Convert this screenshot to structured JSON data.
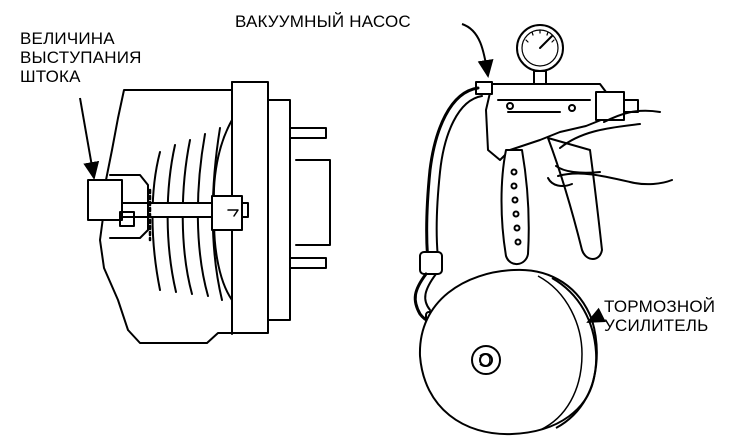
{
  "labels": {
    "rod_protrusion": [
      "ВЕЛИЧИНА",
      "ВЫСТУПАНИЯ",
      "ШТОКА"
    ],
    "vacuum_pump": "ВАКУУМНЫЙ НАСОС",
    "brake_booster": [
      "ТОРМОЗНОЙ",
      "УСИЛИТЕЛЬ"
    ]
  },
  "gauge_icon": "pressure-gauge-icon",
  "colors": {
    "ink": "#000000",
    "paper": "#ffffff"
  }
}
